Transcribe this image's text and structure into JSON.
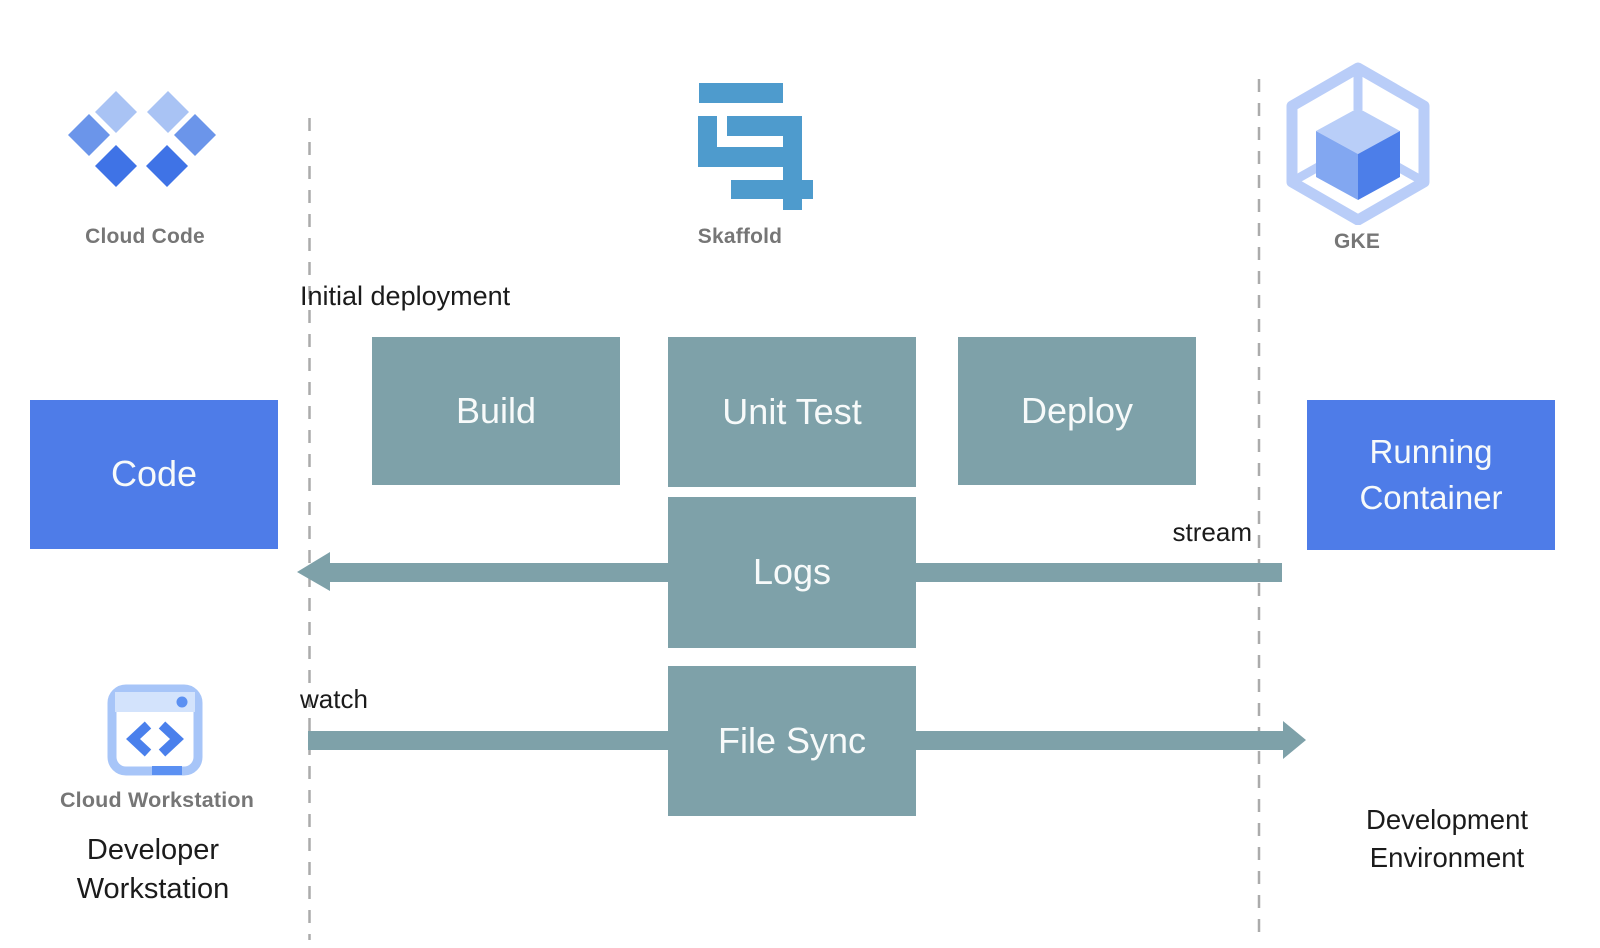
{
  "icons": {
    "cloud_code": {
      "label": "Cloud Code"
    },
    "skaffold": {
      "label": "Skaffold"
    },
    "gke": {
      "label": "GKE"
    },
    "cloud_workstation": {
      "label": "Cloud Workstation"
    }
  },
  "nodes": {
    "code": "Code",
    "build": "Build",
    "unit_test": "Unit Test",
    "deploy": "Deploy",
    "logs": "Logs",
    "file_sync": "File Sync",
    "running_container": "Running Container"
  },
  "annotations": {
    "initial_deployment": "Initial deployment",
    "stream": "stream",
    "watch": "watch",
    "developer_workstation": "Developer Workstation",
    "development_environment": "Development Environment"
  },
  "colors": {
    "process_box": "#7EA1A9",
    "artifact_box": "#4E7CE8",
    "arrow": "#7EA1A9",
    "dashed_divider": "#ababab",
    "skaffold_logo_blue": "#4E9BCD",
    "caption_gray": "#767676",
    "cloud_blue_light": "#A9C3F4",
    "cloud_blue_medium": "#6B95EA",
    "cloud_blue_dark": "#3F73E6",
    "gke_outline": "#B9CDF8",
    "gke_cube_left": "#82A7F1",
    "gke_cube_right": "#4C7EE9",
    "workstation_border": "#A7C5F8",
    "workstation_header": "#D3E3FC",
    "workstation_chevron": "#4A80EC"
  }
}
